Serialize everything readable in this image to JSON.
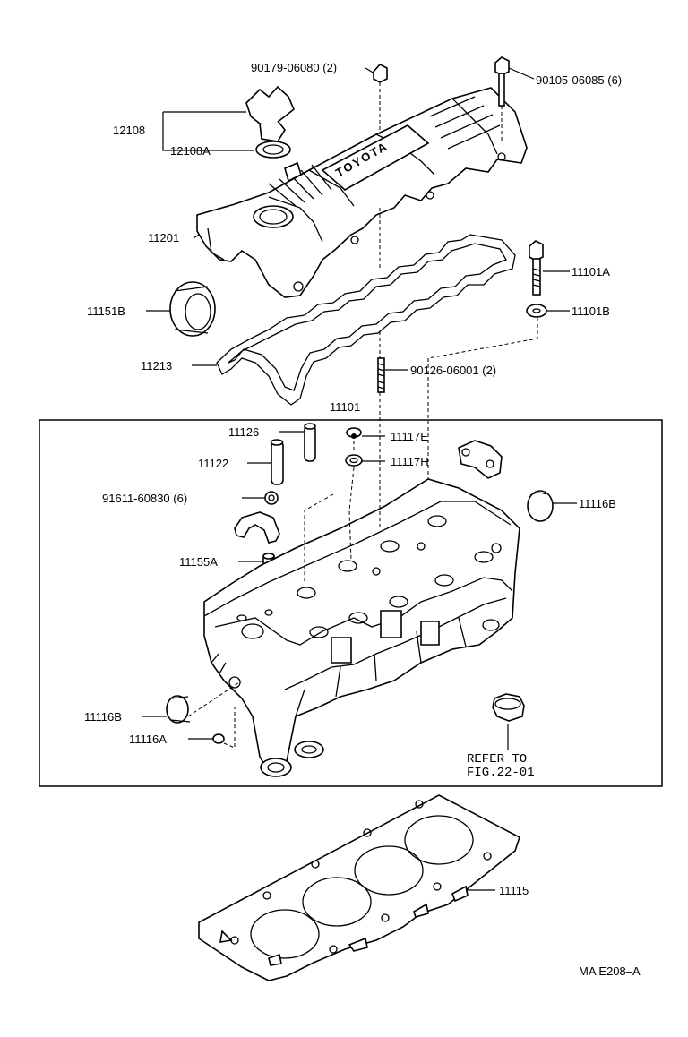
{
  "labels": {
    "p90179": "90179-06080 (2)",
    "p90105": "90105-06085 (6)",
    "p12108": "12108",
    "p12108A": "12108A",
    "p11201": "11201",
    "p11101A": "11101A",
    "p11101B": "11101B",
    "p11151B": "11151B",
    "p11213": "11213",
    "p90126": "90126-06001 (2)",
    "p11101": "11101",
    "p11126": "11126",
    "p11117E": "11117E",
    "p11122": "11122",
    "p11117H": "11117H",
    "p91611": "91611-60830 (6)",
    "p11116B_top": "11116B",
    "p11155A": "11155A",
    "p11116B_bot": "11116B",
    "p11116A": "11116A",
    "p11115": "11115"
  },
  "cover_brand": "TOYOTA",
  "refer": {
    "line1": "REFER TO",
    "line2": "FIG.22-01"
  },
  "footer_code": "MA E208–A"
}
